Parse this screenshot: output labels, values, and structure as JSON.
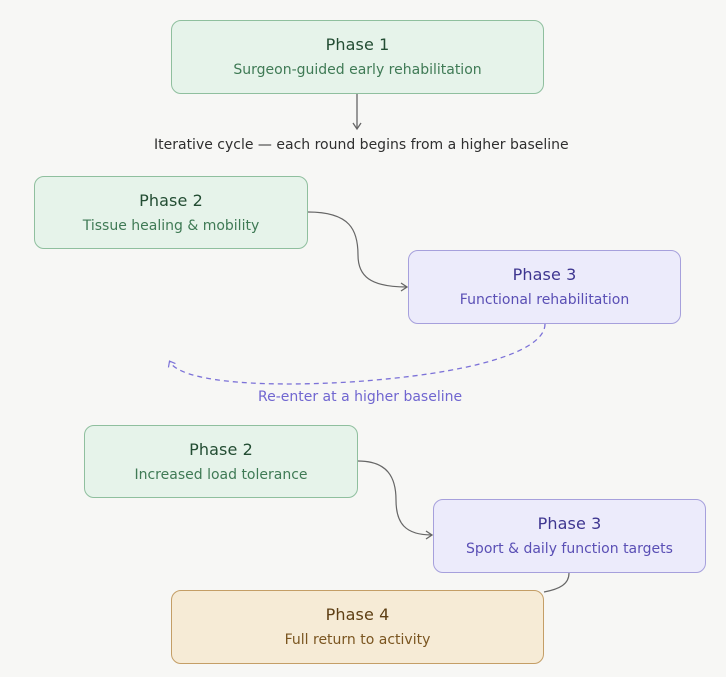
{
  "nodes": {
    "phase1": {
      "title": "Phase 1",
      "subtitle": "Surgeon-guided early rehabilitation"
    },
    "phase2a": {
      "title": "Phase 2",
      "subtitle": "Tissue healing & mobility"
    },
    "phase3a": {
      "title": "Phase 3",
      "subtitle": "Functional rehabilitation"
    },
    "phase2b": {
      "title": "Phase 2",
      "subtitle": "Increased load tolerance"
    },
    "phase3b": {
      "title": "Phase 3",
      "subtitle": "Sport & daily function targets"
    },
    "phase4": {
      "title": "Phase 4",
      "subtitle": "Full return to activity"
    }
  },
  "cycle_caption": "Iterative cycle — each round begins from a higher baseline",
  "loop_label": "Re-enter at a higher baseline",
  "colors": {
    "background": "#f7f7f5",
    "green_fill": "#e6f3ea",
    "green_border": "#8fbf9e",
    "purple_fill": "#ecebfb",
    "purple_border": "#a6a0dc",
    "amber_fill": "#f6ebd6",
    "amber_border": "#c49e66",
    "connector": "#666666",
    "loop": "#7c72d8"
  }
}
